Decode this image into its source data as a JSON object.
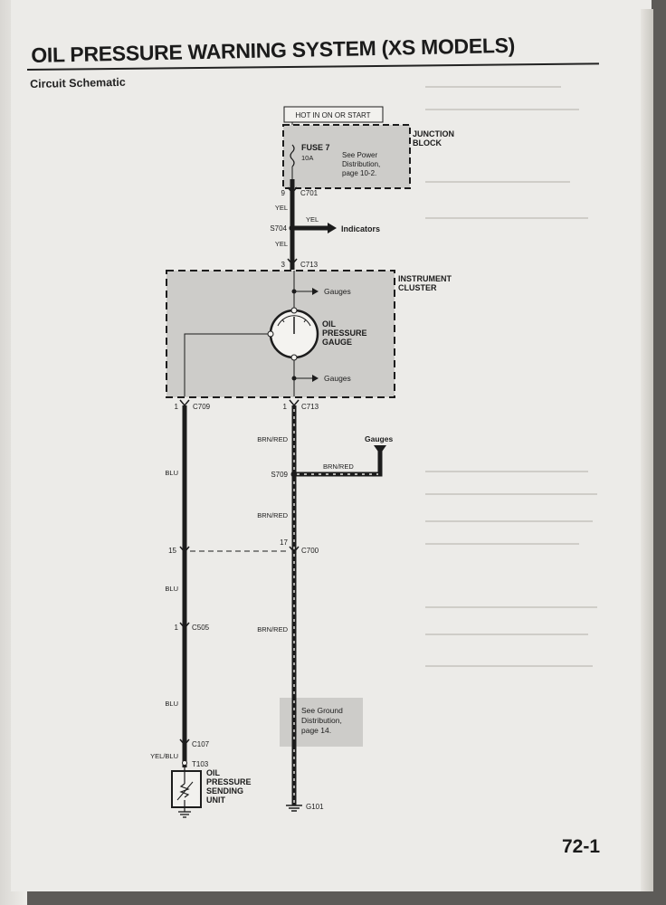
{
  "page": {
    "title": "OIL PRESSURE WARNING SYSTEM (XS MODELS)",
    "subtitle": "Circuit Schematic",
    "page_number": "72-1"
  },
  "schematic": {
    "power_source": "HOT IN ON OR START",
    "junction_block": {
      "label_line1": "JUNCTION",
      "label_line2": "BLOCK",
      "fuse_name": "FUSE 7",
      "fuse_rating": "10A",
      "note_line1": "See Power",
      "note_line2": "Distribution,",
      "note_line3": "page 10-2."
    },
    "connectors": {
      "c701_pin": "9",
      "c701": "C701",
      "c713_top_pin": "3",
      "c713_top": "C713",
      "c709_pin": "1",
      "c709": "C709",
      "c713_bottom_pin": "1",
      "c713_bottom": "C713",
      "c700_left_pin": "15",
      "c700_right_pin": "17",
      "c700": "C700",
      "c505_pin": "1",
      "c505": "C505",
      "c107": "C107",
      "t103": "T103"
    },
    "splices": {
      "s704": "S704",
      "s709": "S709"
    },
    "wires": {
      "yel_1": "YEL",
      "yel_2": "YEL",
      "yel_3": "YEL",
      "blu_1": "BLU",
      "blu_2": "BLU",
      "blu_3": "BLU",
      "yel_blu": "YEL/BLU",
      "brn_red_1": "BRN/RED",
      "brn_red_2": "BRN/RED",
      "brn_red_3": "BRN/RED",
      "brn_red_4": "BRN/RED"
    },
    "indicators_label": "Indicators",
    "instrument_cluster": {
      "label_line1": "INSTRUMENT",
      "label_line2": "CLUSTER",
      "gauges_top": "Gauges",
      "gauges_bottom": "Gauges",
      "gauge_line1": "OIL",
      "gauge_line2": "PRESSURE",
      "gauge_line3": "GAUGE"
    },
    "gauges_branch": "Gauges",
    "ground_note": {
      "line1": "See Ground",
      "line2": "Distribution,",
      "line3": "page 14."
    },
    "ground": "G101",
    "sender": {
      "line1": "OIL",
      "line2": "PRESSURE",
      "line3": "SENDING",
      "line4": "UNIT"
    }
  },
  "colors": {
    "ink": "#1c1c1c",
    "shade": "#cdccc9",
    "paper": "#ecebe8"
  }
}
